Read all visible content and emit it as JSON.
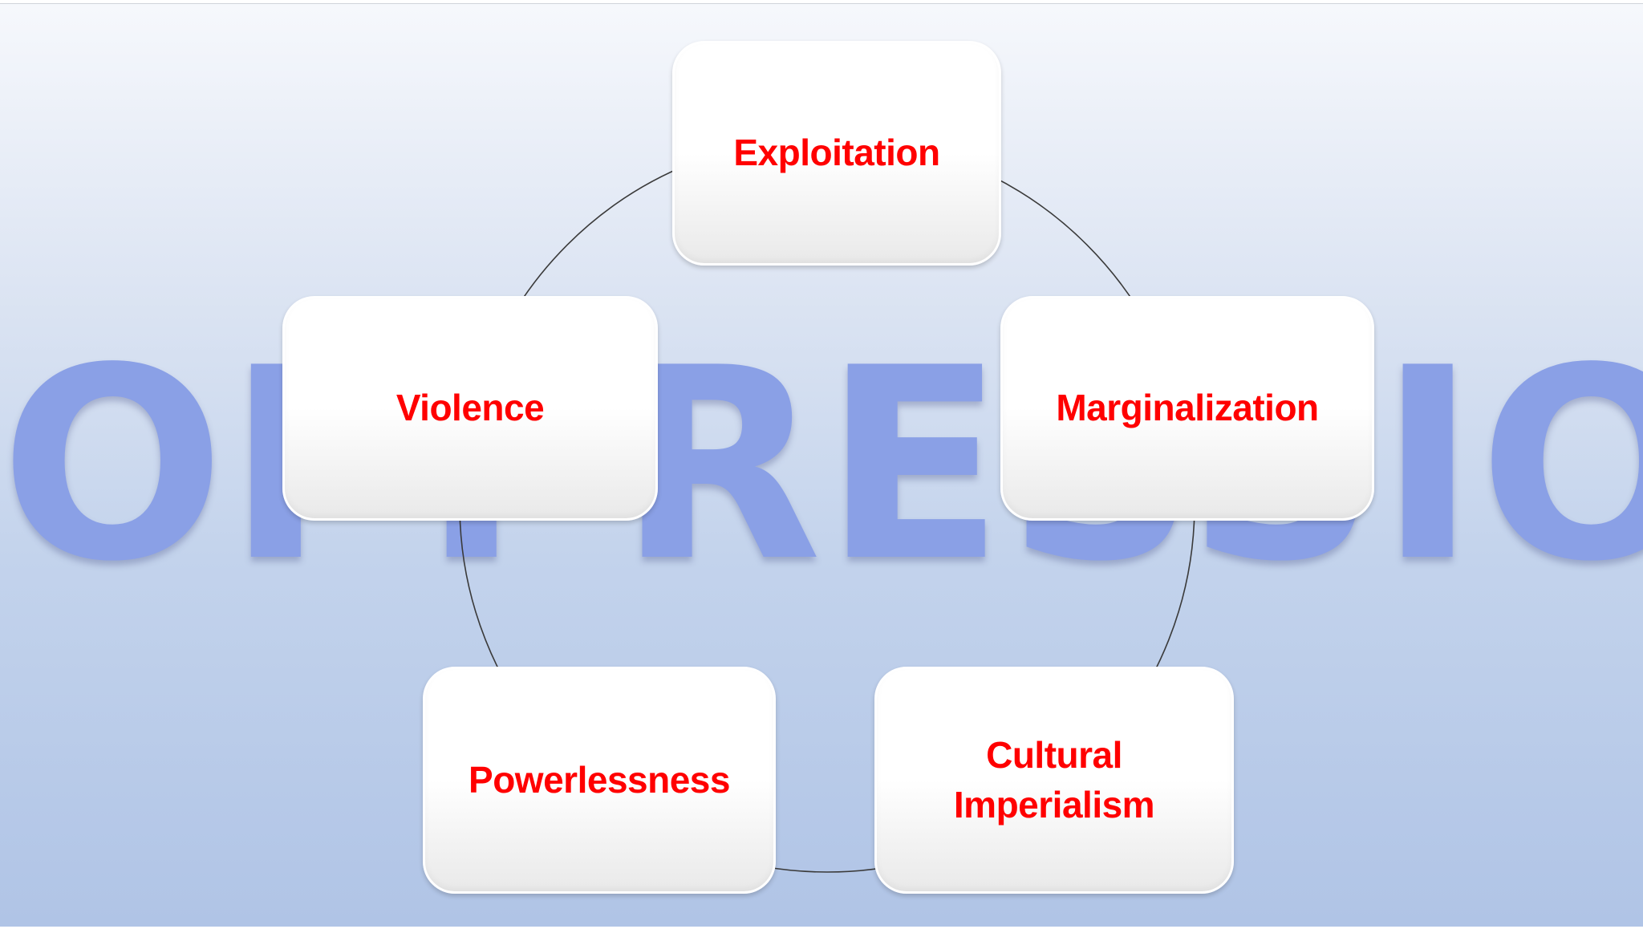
{
  "watermark": {
    "text": "OPPRESSION"
  },
  "colors": {
    "label": "#ff0000",
    "watermark": "#8aa0e6",
    "ring": "#3a3a3a"
  },
  "diagram": {
    "type": "cycle",
    "nodes": [
      {
        "id": "exploitation",
        "lines": [
          "Exploitation"
        ]
      },
      {
        "id": "marginalization",
        "lines": [
          "Marginalization"
        ]
      },
      {
        "id": "cultural-imperialism",
        "lines": [
          "Cultural",
          "Imperialism"
        ]
      },
      {
        "id": "powerlessness",
        "lines": [
          "Powerlessness"
        ]
      },
      {
        "id": "violence",
        "lines": [
          "Violence"
        ]
      }
    ]
  }
}
